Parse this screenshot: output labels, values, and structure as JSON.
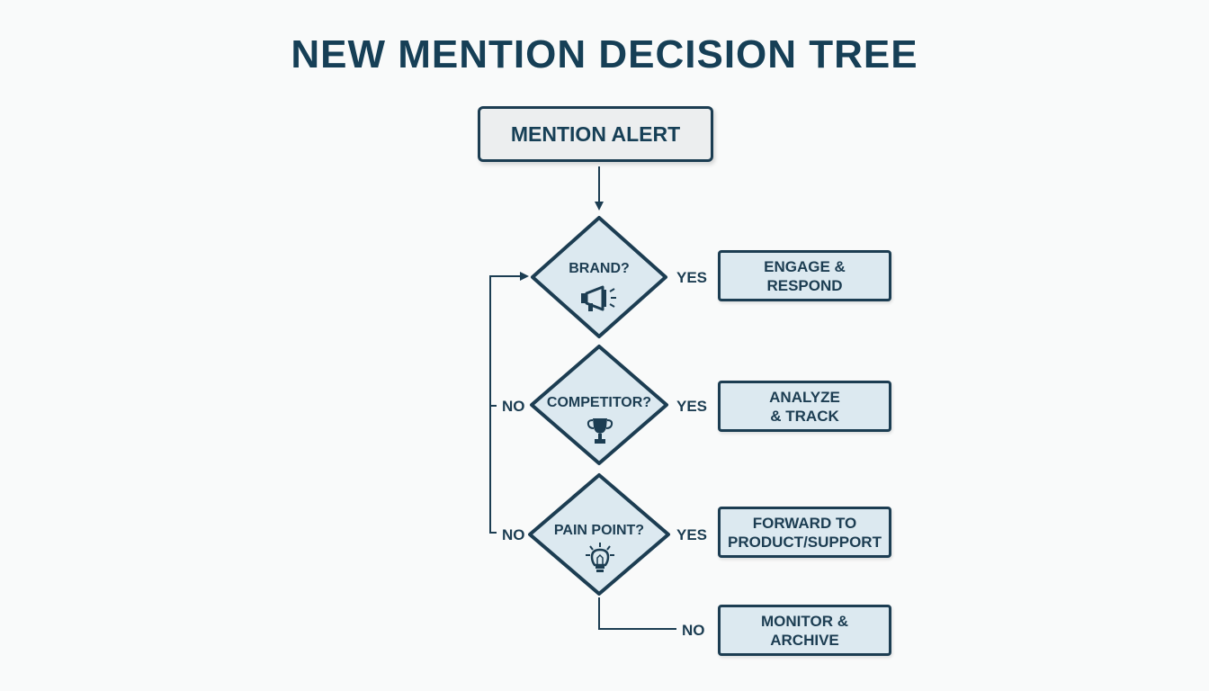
{
  "title": "NEW MENTION DECISION TREE",
  "start_node": "MENTION ALERT",
  "decisions": [
    {
      "label": "BRAND?",
      "icon": "megaphone-icon",
      "yes_label": "YES",
      "result": "ENGAGE &\nRESPOND"
    },
    {
      "label": "COMPETITOR?",
      "icon": "trophy-icon",
      "yes_label": "YES",
      "no_label": "NO",
      "result": "ANALYZE\n& TRACK"
    },
    {
      "label": "PAIN POINT?",
      "icon": "lightbulb-icon",
      "yes_label": "YES",
      "no_label": "NO",
      "result": "FORWARD TO\nPRODUCT/SUPPORT"
    }
  ],
  "final": {
    "no_label": "NO",
    "result": "MONITOR &\nARCHIVE"
  },
  "colors": {
    "ink": "#1c3d52",
    "title": "#163f56",
    "diamond_fill": "#dce9f0",
    "box_fill": "#dce9f0",
    "start_fill": "#eceeef"
  }
}
